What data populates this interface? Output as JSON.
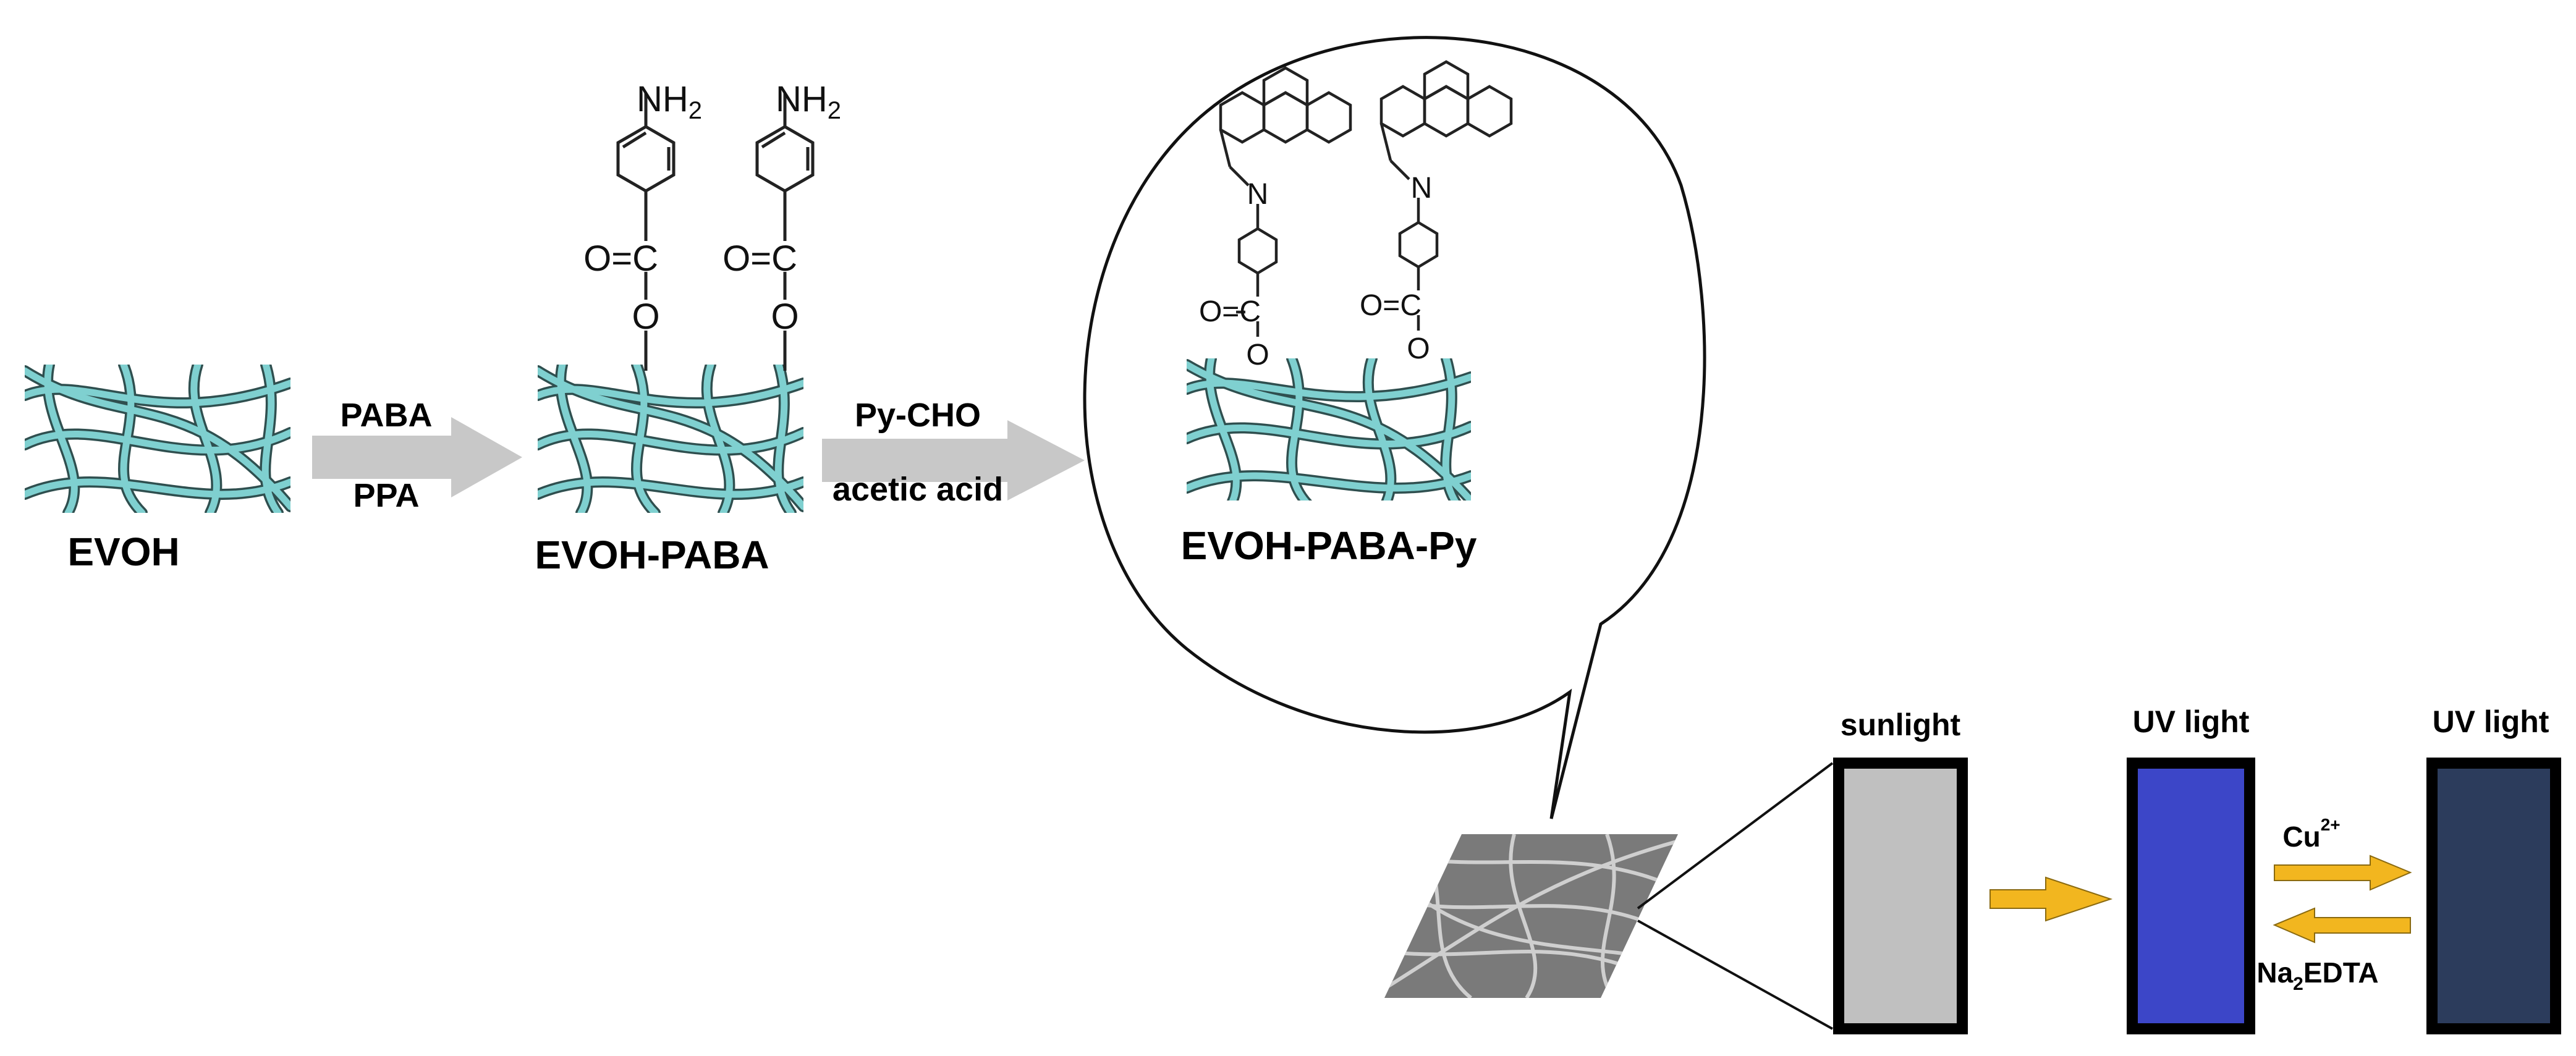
{
  "labels": {
    "evoh": "EVOH",
    "evoh_paba": "EVOH-PABA",
    "evoh_paba_py": "EVOH-PABA-Py"
  },
  "reaction1": {
    "reagent_top": "PABA",
    "reagent_bottom": "PPA"
  },
  "reaction2": {
    "reagent_top": "Py-CHO",
    "reagent_bottom": "acetic acid"
  },
  "chem": {
    "amine": "NH",
    "amine_sub": "2",
    "carbonyl_o": "O=C",
    "ester_o": "O",
    "imine_n": "N"
  },
  "fluorescence": {
    "panel1_label": "sunlight",
    "panel2_label": "UV light",
    "panel3_label": "UV light",
    "forward_reagent": "Cu",
    "forward_charge": "2+",
    "reverse_reagent_pre": "Na",
    "reverse_reagent_sub": "2",
    "reverse_reagent_post": "EDTA"
  },
  "colors": {
    "fiber": "#7fd0d0",
    "fiber_dark": "#2f4f4f",
    "arrow_gray": "#c8c8c8",
    "arrow_gold": "#f2b61f",
    "panel_sunlight": "#c0c0c0",
    "panel_uv": "#3c46c8",
    "panel_cu": "#2c3c5c"
  }
}
